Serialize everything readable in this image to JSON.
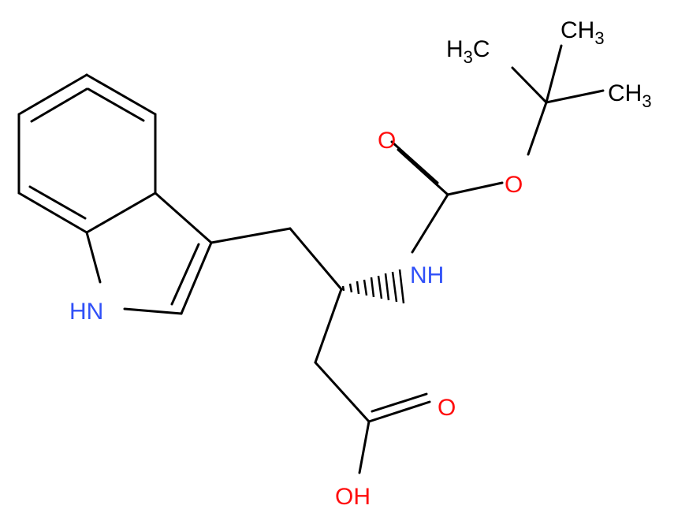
{
  "colors": {
    "bond": "#000000",
    "carbon_text": "#000000",
    "oxygen": "#ff0d0d",
    "nitrogen": "#3050f8"
  },
  "atoms": {
    "methyl_left": {
      "main": "H",
      "sub": "3",
      "tail": "C",
      "element": "C"
    },
    "methyl_right_top": {
      "main": "CH",
      "sub": "3",
      "element": "C"
    },
    "methyl_right": {
      "main": "CH",
      "sub": "3",
      "element": "C"
    },
    "boc_carbonyl_o": {
      "label": "O",
      "element": "O"
    },
    "boc_ester_o": {
      "label": "O",
      "element": "O"
    },
    "amide_n": {
      "label": "NH",
      "element": "N"
    },
    "indole_n": {
      "label": "HN",
      "element": "N"
    },
    "acid_carbonyl_o": {
      "label": "O",
      "element": "O"
    },
    "acid_oh": {
      "label": "OH",
      "element": "O"
    }
  }
}
